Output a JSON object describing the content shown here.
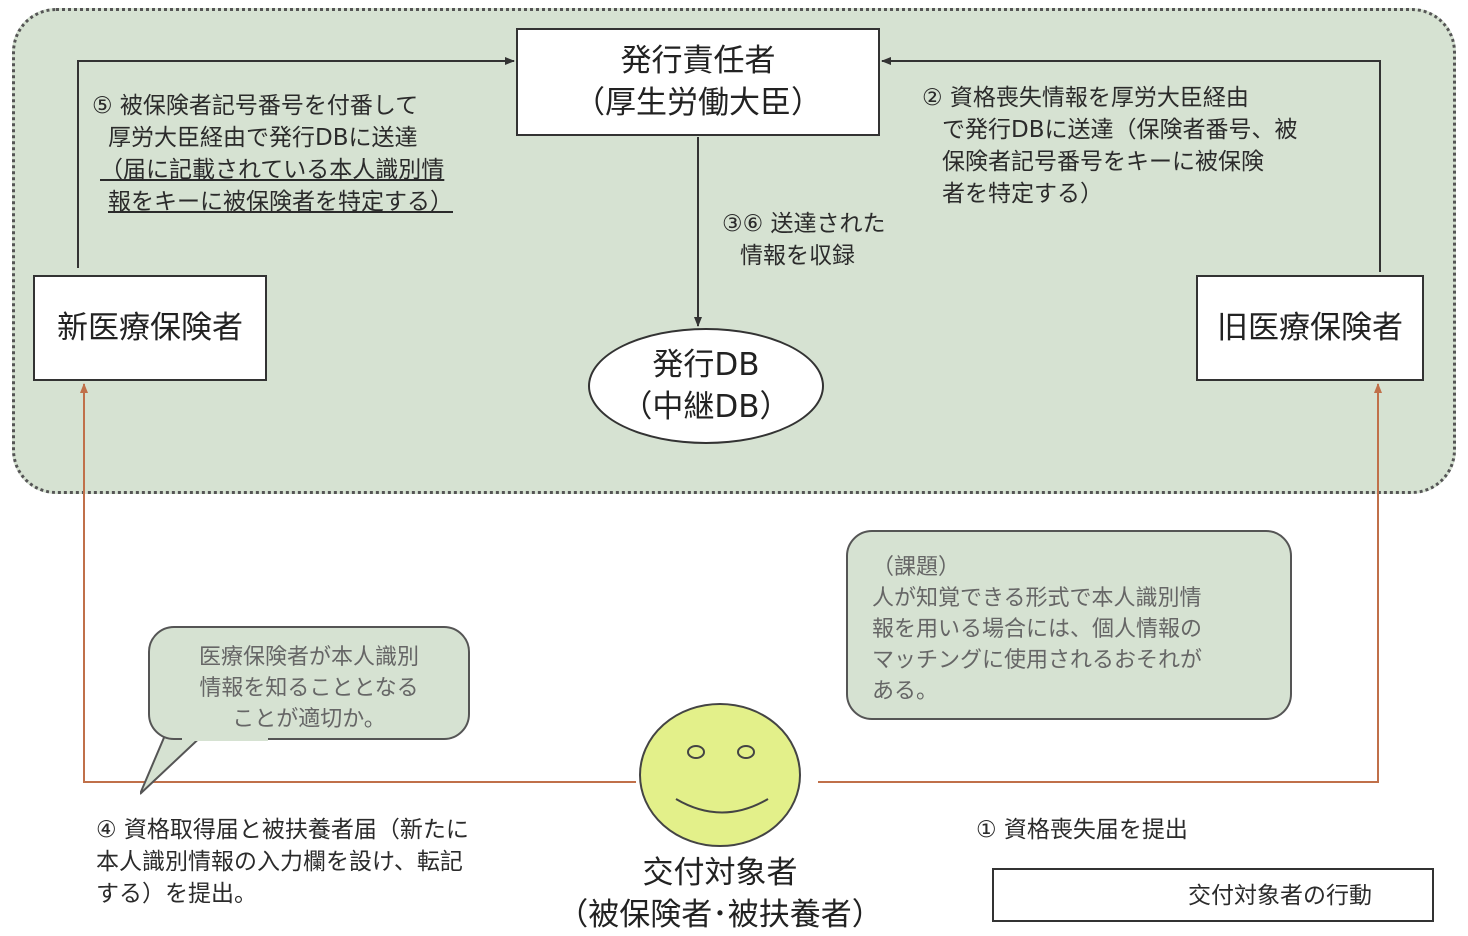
{
  "nodes": {
    "issuer": {
      "line1": "発行責任者",
      "line2": "（厚生労働大臣）"
    },
    "db": {
      "line1": "発行DB",
      "line2": "（中継DB）"
    },
    "new_insurer": {
      "label": "新医療保険者"
    },
    "old_insurer": {
      "label": "旧医療保険者"
    },
    "recipient": {
      "line1": "交付対象者",
      "line2": "（被保険者･被扶養者）"
    }
  },
  "steps": {
    "step5": [
      "⑤ 被保険者記号番号を付番して",
      "厚労大臣経由で発行DBに送達",
      "（届に記載されている本人識別情",
      "報をキーに被保険者を特定する）"
    ],
    "step2": [
      "② 資格喪失情報を厚労大臣経由",
      "で発行DBに送達（保険者番号、被",
      "保険者記号番号をキーに被保険",
      "者を特定する）"
    ],
    "step36": [
      "③⑥ 送達された",
      "情報を収録"
    ],
    "step4": [
      "④ 資格取得届と被扶養者届（新たに",
      "本人識別情報の入力欄を設け、転記",
      "する）を提出。"
    ],
    "step1": "① 資格喪失届を提出"
  },
  "bubbles": {
    "left": [
      "医療保険者が本人識別",
      "情報を知ることとなる",
      "ことが適切か。"
    ],
    "right": [
      "（課題）",
      "人が知覚できる形式で本人識別情",
      "報を用いる場合には、個人情報の",
      "マッチングに使用されるおそれが",
      "ある。"
    ]
  },
  "legend": {
    "label": "交付対象者の行動"
  },
  "colors": {
    "zone_fill": "#d6e2d2",
    "action_arrow": "#c0704a",
    "system_arrow": "#333333",
    "face_fill": "#e3f08a"
  }
}
